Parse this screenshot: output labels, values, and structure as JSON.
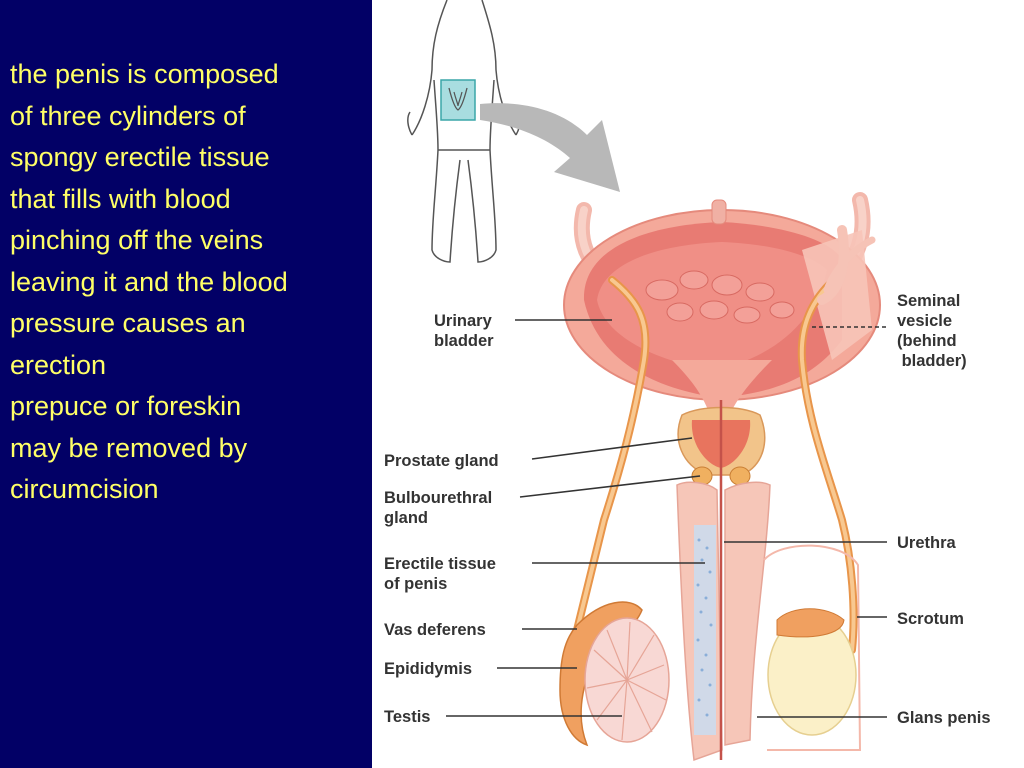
{
  "slide": {
    "text_lines": [
      "the  penis is composed",
      "of three cylinders of",
      "spongy erectile tissue",
      "that fills with blood",
      "pinching off the veins",
      "leaving it and the blood",
      "pressure causes an",
      "erection",
      "prepuce or foreskin",
      "may be removed by",
      "circumcision"
    ]
  },
  "diagram": {
    "labels": {
      "urinary_bladder": [
        "Urinary",
        "bladder"
      ],
      "seminal_vesicle": [
        "Seminal",
        "vesicle",
        "(behind",
        " bladder)"
      ],
      "prostate_gland": "Prostate gland",
      "bulbourethral_gland": [
        "Bulbourethral",
        "gland"
      ],
      "erectile_tissue": [
        "Erectile tissue",
        "of penis"
      ],
      "urethra": "Urethra",
      "scrotum": "Scrotum",
      "vas_deferens": "Vas deferens",
      "epididymis": "Epididymis",
      "testis": "Testis",
      "glans_penis": "Glans penis"
    }
  },
  "colors": {
    "slide_background": "#020066",
    "slide_text": "#ffff66",
    "tissue_pink": "#f4a99a",
    "vas_orange": "#f0a050",
    "leader_line": "#333333"
  }
}
